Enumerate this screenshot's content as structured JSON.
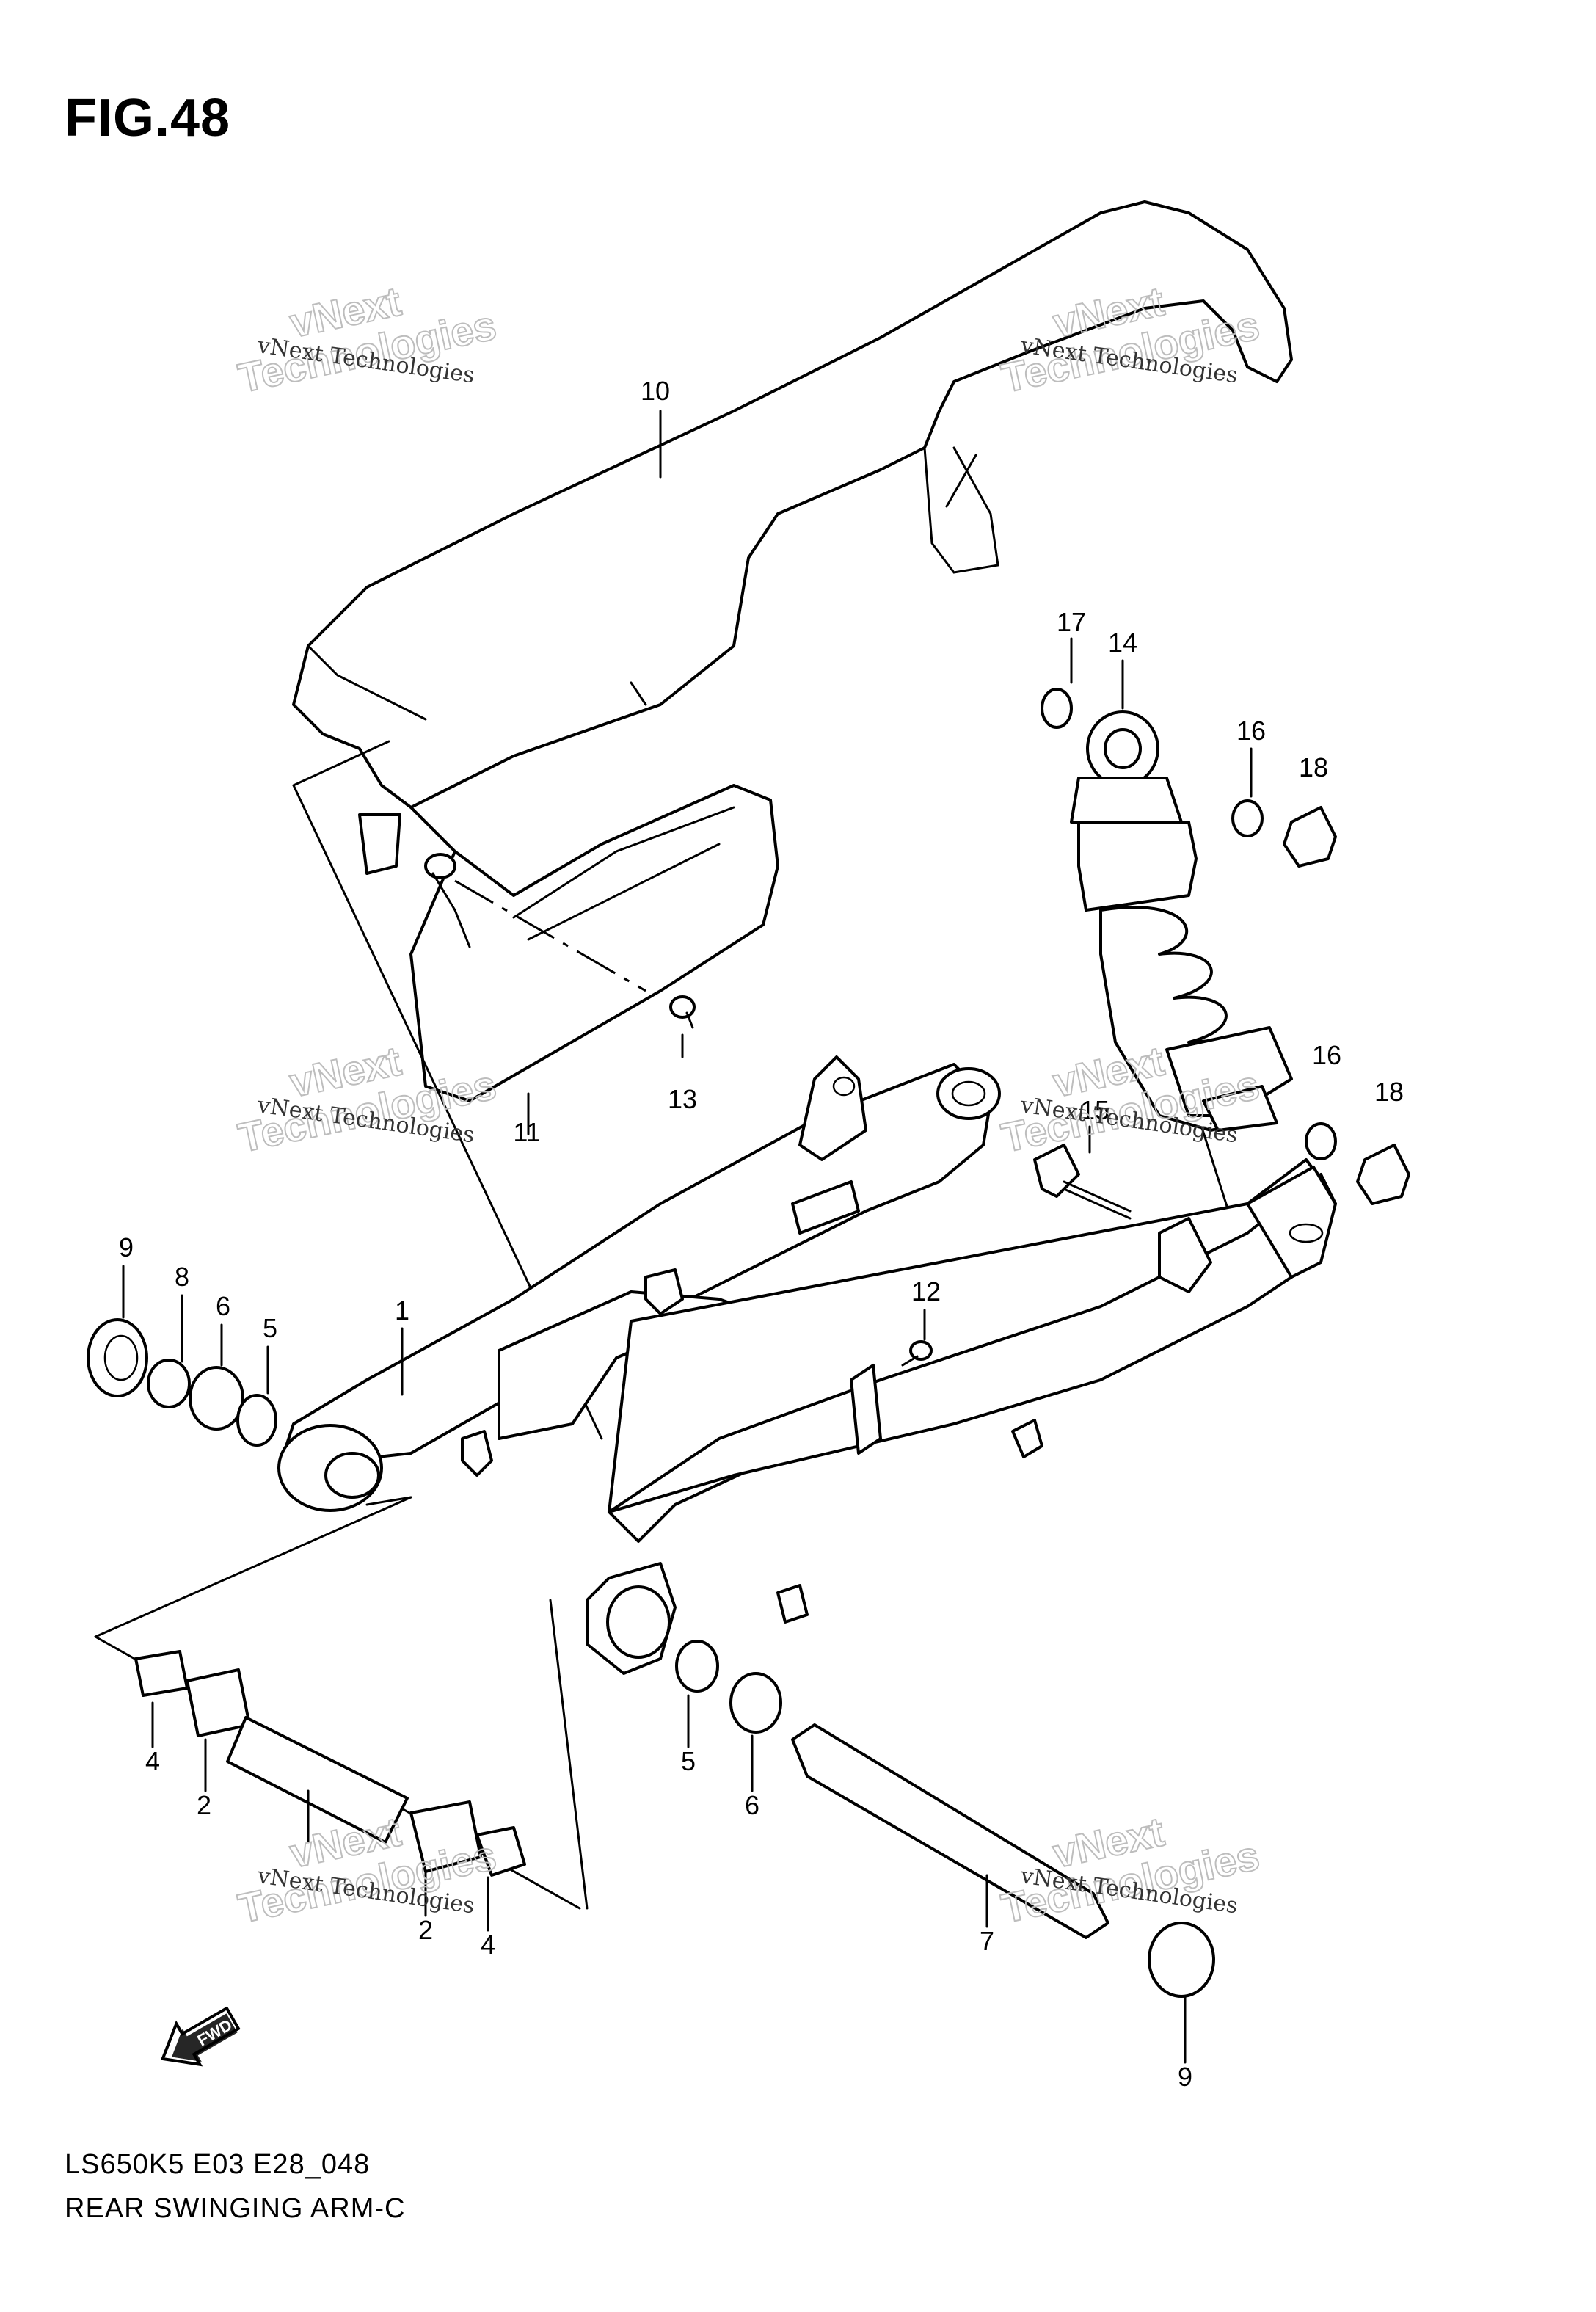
{
  "figure": {
    "title": "FIG.48"
  },
  "footer": {
    "code": "LS650K5 E03 E28_048",
    "title": "REAR SWINGING ARM-C"
  },
  "callouts": [
    {
      "id": "c10",
      "label": "10"
    },
    {
      "id": "c17",
      "label": "17"
    },
    {
      "id": "c14",
      "label": "14"
    },
    {
      "id": "c16a",
      "label": "16"
    },
    {
      "id": "c18a",
      "label": "18"
    },
    {
      "id": "c13",
      "label": "13"
    },
    {
      "id": "c11",
      "label": "11"
    },
    {
      "id": "c16b",
      "label": "16"
    },
    {
      "id": "c18b",
      "label": "18"
    },
    {
      "id": "c15",
      "label": "15"
    },
    {
      "id": "c9a",
      "label": "9"
    },
    {
      "id": "c8",
      "label": "8"
    },
    {
      "id": "c6a",
      "label": "6"
    },
    {
      "id": "c5a",
      "label": "5"
    },
    {
      "id": "c1",
      "label": "1"
    },
    {
      "id": "c12",
      "label": "12"
    },
    {
      "id": "c4a",
      "label": "4"
    },
    {
      "id": "c2a",
      "label": "2"
    },
    {
      "id": "c5b",
      "label": "5"
    },
    {
      "id": "c6b",
      "label": "6"
    },
    {
      "id": "c7",
      "label": "7"
    },
    {
      "id": "c2b",
      "label": "2"
    },
    {
      "id": "c4b",
      "label": "4"
    },
    {
      "id": "c9b",
      "label": "9"
    }
  ],
  "watermark": {
    "line1": "vNext Technologies",
    "big1": "vNext",
    "big2": "Technologies"
  },
  "fwd_label": "FWD"
}
